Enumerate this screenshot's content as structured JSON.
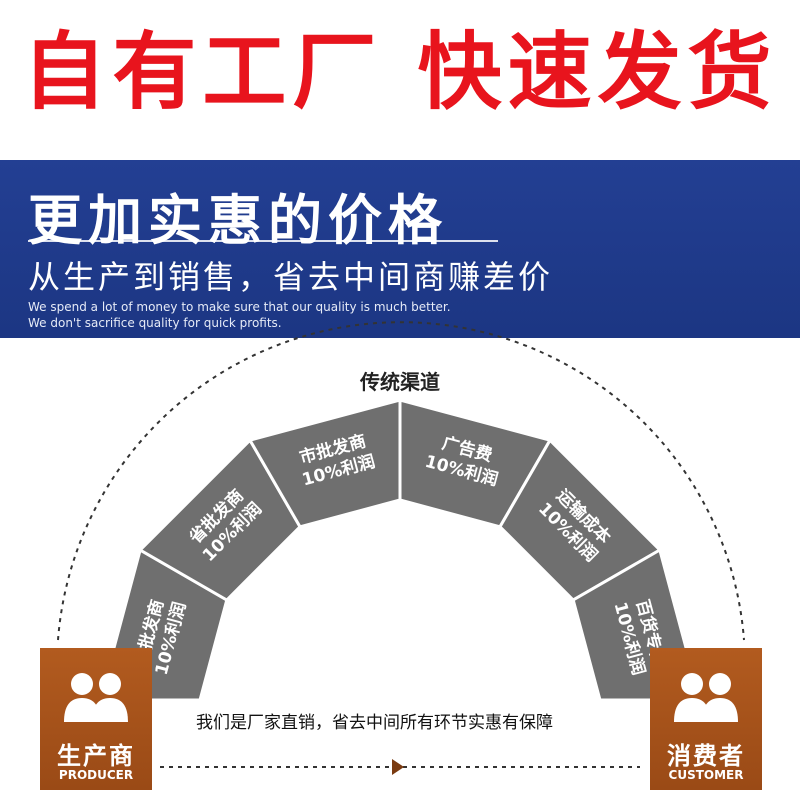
{
  "headline": "自有工厂  快速发货",
  "banner": {
    "title": "更加实惠的价格",
    "subtitle": "从生产到销售，省去中间商赚差价",
    "en_line1": "We spend a lot of money to make sure that our quality is much better.",
    "en_line2": "We don't sacrifice quality for quick profits."
  },
  "channel_title": "传统渠道",
  "segments": [
    {
      "name": "总批发商",
      "pct": "10%利润"
    },
    {
      "name": "省批发商",
      "pct": "10%利润"
    },
    {
      "name": "市批发商",
      "pct": "10%利润"
    },
    {
      "name": "广告费",
      "pct": "10%利润"
    },
    {
      "name": "运输成本",
      "pct": "10%利润"
    },
    {
      "name": "百货专柜",
      "pct": "10%利润"
    }
  ],
  "producer": {
    "cn": "生产商",
    "en": "PRODUCER"
  },
  "customer": {
    "cn": "消费者",
    "en": "CUSTOMER"
  },
  "bottom_note": "我们是厂家直销，省去中间所有环节实惠有保障",
  "colors": {
    "headline": "#e8141d",
    "banner": "#1f3a8a",
    "segment": "#6f6f6f",
    "badge": "#a9541a",
    "arrow": "#7a3a10"
  }
}
